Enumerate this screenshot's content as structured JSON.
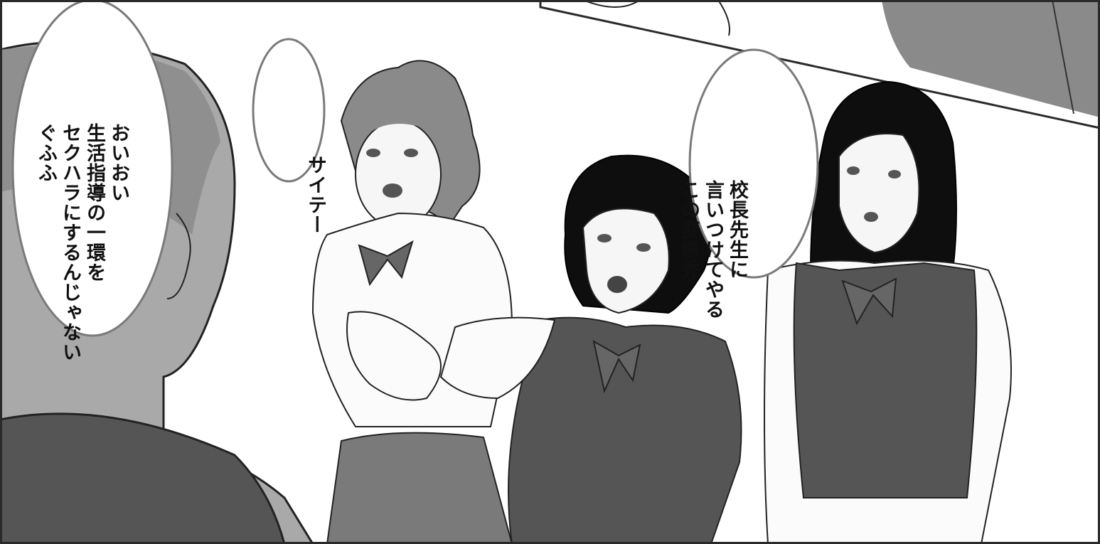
{
  "panel": {
    "colors": {
      "background": "#ffffff",
      "border": "#2a2a2a",
      "balloon_edge": "#7a7a7a",
      "vest": "#555555",
      "hair": "#0e0e0e",
      "skin": "#f6f6f6"
    }
  },
  "speech": [
    {
      "speaker": "bald-man",
      "lines": [
        "おいおい",
        "生活指導の一環を",
        "セクハラにするんじゃない",
        "ぐふふ"
      ]
    },
    {
      "speaker": "ponytail-girl",
      "lines": [
        "サイテー"
      ]
    },
    {
      "speaker": "short-hair-girl",
      "lines": [
        "校長先生に",
        "言いつけてやる",
        "この変態禿"
      ]
    }
  ],
  "figures": [
    {
      "name": "bald-man",
      "icon": "bald-man-back-figure"
    },
    {
      "name": "ponytail-girl",
      "icon": "ponytail-student-figure"
    },
    {
      "name": "short-hair-girl",
      "icon": "short-hair-student-figure"
    },
    {
      "name": "long-hair-girl",
      "icon": "long-hair-student-figure"
    }
  ]
}
